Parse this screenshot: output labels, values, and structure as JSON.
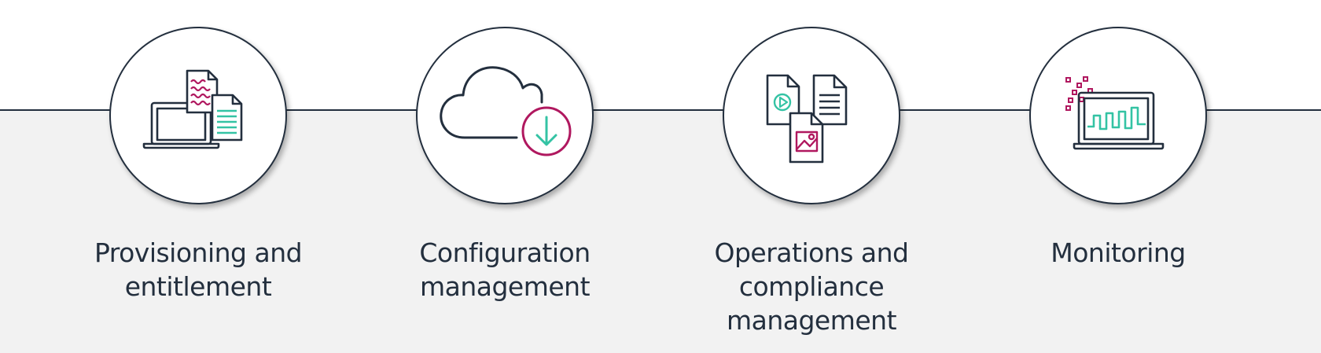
{
  "colors": {
    "ink": "#232f3e",
    "accent_magenta": "#b0185f",
    "accent_teal": "#34c3a4",
    "band": "#f2f2f2"
  },
  "steps": [
    {
      "icon": "laptop-documents-icon",
      "label_lines": [
        "Provisioning and",
        "entitlement"
      ]
    },
    {
      "icon": "cloud-download-icon",
      "label_lines": [
        "Configuration",
        "management"
      ]
    },
    {
      "icon": "media-documents-icon",
      "label_lines": [
        "Operations and",
        "compliance",
        "management"
      ]
    },
    {
      "icon": "laptop-monitoring-icon",
      "label_lines": [
        "Monitoring"
      ]
    }
  ]
}
